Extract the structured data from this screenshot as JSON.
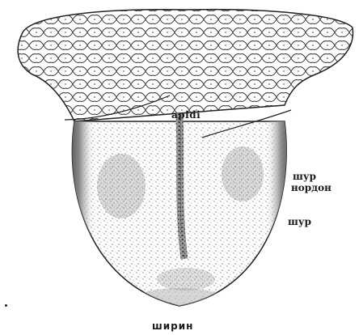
{
  "figure": {
    "labels": {
      "center": "apidi",
      "right_upper": "шур",
      "right_middle": "нордон",
      "right_lower": "шур",
      "bottom": "ширин"
    },
    "colors": {
      "ink": "#1a1a1a",
      "shading_dark": "#555555",
      "shading_light": "#b8b8b8",
      "background": "#ffffff"
    }
  }
}
